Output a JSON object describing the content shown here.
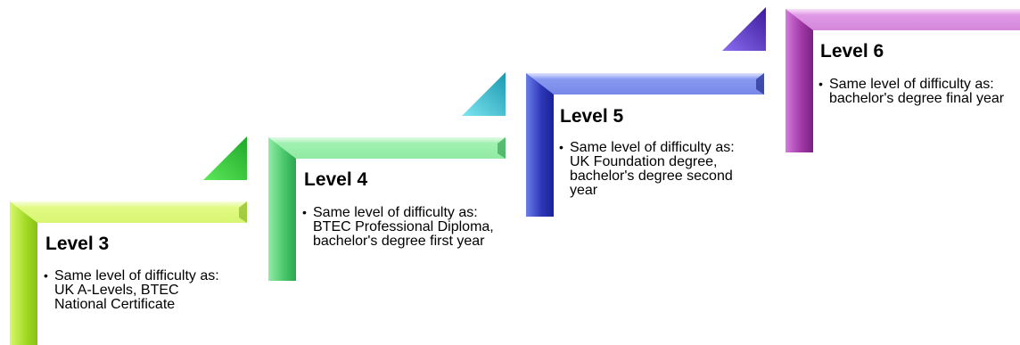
{
  "levels": [
    {
      "title": "Level 3",
      "body": "Same level of difficulty as: UK A-Levels, BTEC National Certificate",
      "color": "#a8e23a",
      "corner_color": "#2fc82f"
    },
    {
      "title": "Level 4",
      "body": "Same level of difficulty as: BTEC Professional Diploma, bachelor's degree first year",
      "color": "#5ed47c",
      "corner_color": "#2ab8c8"
    },
    {
      "title": "Level 5",
      "body": "Same level of difficulty as: UK Foundation degree, bachelor's degree second year",
      "color": "#3a44c8",
      "corner_color": "#4a2ab0"
    },
    {
      "title": "Level 6",
      "body": "Same level of difficulty as: bachelor's degree final year",
      "color": "#a23aa8",
      "corner_color": null
    }
  ]
}
